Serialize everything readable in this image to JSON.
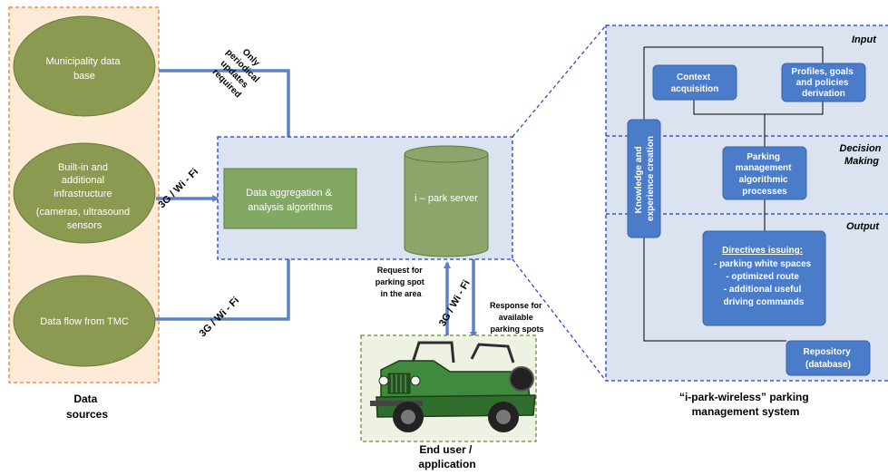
{
  "sources": {
    "heading": [
      "Data",
      "sources"
    ],
    "municipality": [
      "Municipality data",
      "base"
    ],
    "infrastructure": [
      "Built-in and",
      "additional",
      "infrastructure",
      "(cameras, ultrasound",
      "sensors"
    ],
    "tmc": [
      "Data flow from TMC"
    ]
  },
  "periodic_note": [
    "Only",
    "periodical",
    "updates",
    "required"
  ],
  "link_labels": {
    "infra_link": "3G / Wi - Fi",
    "tmc_link": "3G / Wi - Fi",
    "user_link": "3G / Wi - Fi"
  },
  "aggregation": [
    "Data aggregation &",
    "analysis algorithms"
  ],
  "server": "i – park server",
  "request_note": [
    "Request for",
    "parking spot",
    "in the area"
  ],
  "response_note": [
    "Response for",
    "available",
    "parking spots"
  ],
  "end_user": [
    "End user /",
    "application"
  ],
  "system": {
    "title": [
      "“i-park-wireless” parking",
      "management system"
    ],
    "layers": {
      "input": "Input",
      "decision": [
        "Decision",
        "Making"
      ],
      "output": "Output"
    },
    "knowledge": [
      "Knowledge and",
      "experience creation"
    ],
    "context": [
      "Context",
      "acquisition"
    ],
    "profiles": [
      "Profiles, goals",
      "and policies",
      "derivation"
    ],
    "parking_mgmt": [
      "Parking",
      "management",
      "algorithmic",
      "processes"
    ],
    "directives_title": "Directives issuing:",
    "directives_items": [
      "- parking white spaces",
      "- optimized route",
      "- additional useful",
      "driving commands"
    ],
    "repository": [
      "Repository",
      "(database)"
    ]
  },
  "colors": {
    "ellipse_fill": "#8a9a51",
    "aggregation_fill": "#82a863",
    "server_fill": "#8ba56a",
    "panel_fill": "#dbe3f1",
    "box_fill": "#4a7cc9",
    "arrow": "#5b83c4",
    "orange_border": "#ed7d31",
    "dashed_blue": "#1f3fbf",
    "jeep_body": "#3f8a3c"
  }
}
